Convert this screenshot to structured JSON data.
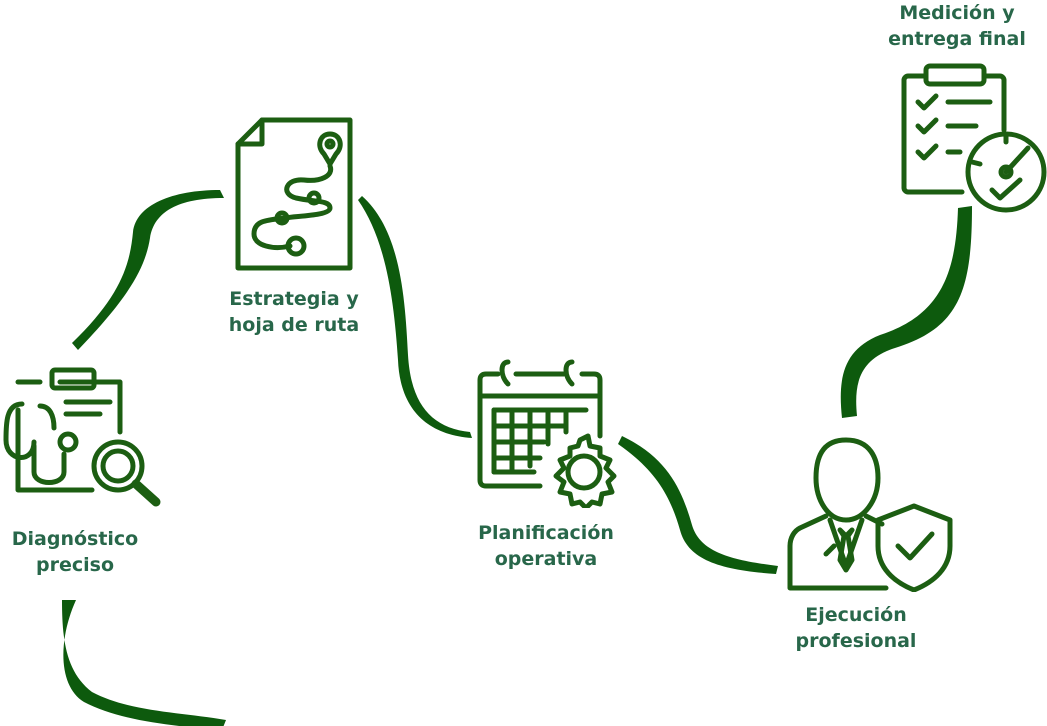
{
  "colors": {
    "icon": "#1c5e12",
    "connector": "#0d5a0d",
    "label": "#28674a"
  },
  "steps": [
    {
      "id": "diagnostico",
      "icon": "clipboard-stethoscope-magnifier-icon",
      "label_lines": [
        "Diagnóstico",
        "preciso"
      ]
    },
    {
      "id": "estrategia",
      "icon": "document-route-map-icon",
      "label_lines": [
        "Estrategia y",
        "hoja de ruta"
      ]
    },
    {
      "id": "planificacion",
      "icon": "calendar-gear-icon",
      "label_lines": [
        "Planificación",
        "operativa"
      ]
    },
    {
      "id": "ejecucion",
      "icon": "professional-shield-check-icon",
      "label_lines": [
        "Ejecución",
        "profesional"
      ]
    },
    {
      "id": "medicion",
      "icon": "clipboard-checklist-gauge-icon",
      "label_lines": [
        "Medición y",
        "entrega final"
      ]
    }
  ]
}
